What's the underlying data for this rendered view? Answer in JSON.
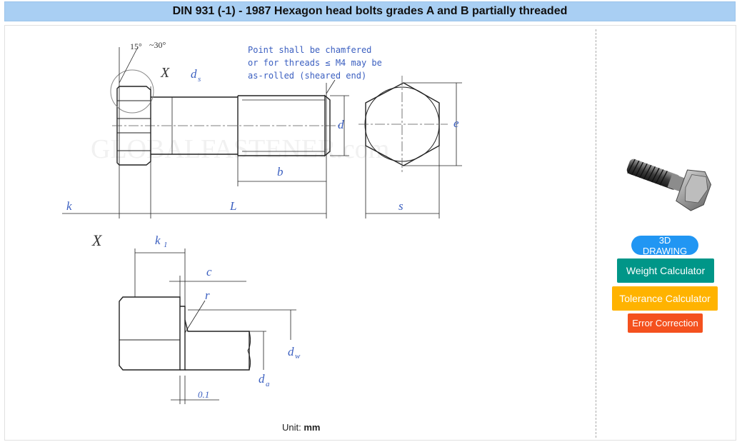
{
  "header": {
    "title": "DIN 931 (-1) - 1987 Hexagon head bolts grades A and B partially threaded"
  },
  "drawing": {
    "angle_label_1": "15°",
    "angle_label_2": "~30°",
    "detail_marker": "X",
    "detail_title": "X",
    "note_line_1": "Point shall be chamfered",
    "note_line_2": "or for threads ≤ M4 may be",
    "note_line_3": "as-rolled (sheared end)",
    "dim_ds": "d",
    "dim_ds_sub": "s",
    "dim_d": "d",
    "dim_e": "e",
    "dim_b": "b",
    "dim_k": "k",
    "dim_L": "L",
    "dim_s": "s",
    "dim_k1": "k",
    "dim_k1_sub": "1",
    "dim_c": "c",
    "dim_r": "r",
    "dim_dw": "d",
    "dim_dw_sub": "w",
    "dim_da": "d",
    "dim_da_sub": "a",
    "dim_01": "0.1",
    "watermark": "GLOBALFASTENER.com"
  },
  "footer": {
    "unit_label": "Unit:",
    "unit_value": "mm"
  },
  "sidebar": {
    "btn_3d": "3D DRAWING",
    "btn_weight": "Weight Calculator",
    "btn_tolerance": "Tolerance Calculator",
    "btn_error": "Error Correction"
  },
  "colors": {
    "title_bg": "#a9cff3",
    "dim_text": "#3b5fc0",
    "btn_3d": "#2196f3",
    "btn_weight": "#009688",
    "btn_tolerance": "#ffb300",
    "btn_error": "#f4511e"
  }
}
